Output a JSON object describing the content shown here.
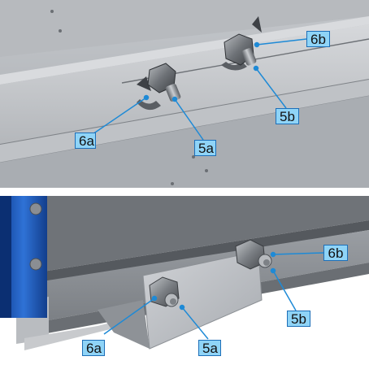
{
  "figure": {
    "top_panel": {
      "callouts": [
        {
          "id": "6a",
          "text": "6a"
        },
        {
          "id": "5a",
          "text": "5a"
        },
        {
          "id": "6b",
          "text": "6b"
        },
        {
          "id": "5b",
          "text": "5b"
        }
      ]
    },
    "bottom_panel": {
      "callouts": [
        {
          "id": "6a",
          "text": "6a"
        },
        {
          "id": "5a",
          "text": "5a"
        },
        {
          "id": "6b",
          "text": "6b"
        },
        {
          "id": "5b",
          "text": "5b"
        }
      ]
    }
  },
  "colors": {
    "label_fill": "#8fd4f7",
    "label_border": "#1e6fb8",
    "leader_line": "#1e8ad6",
    "motor_blue": "#1c56b8",
    "steel": "#8d9196"
  }
}
